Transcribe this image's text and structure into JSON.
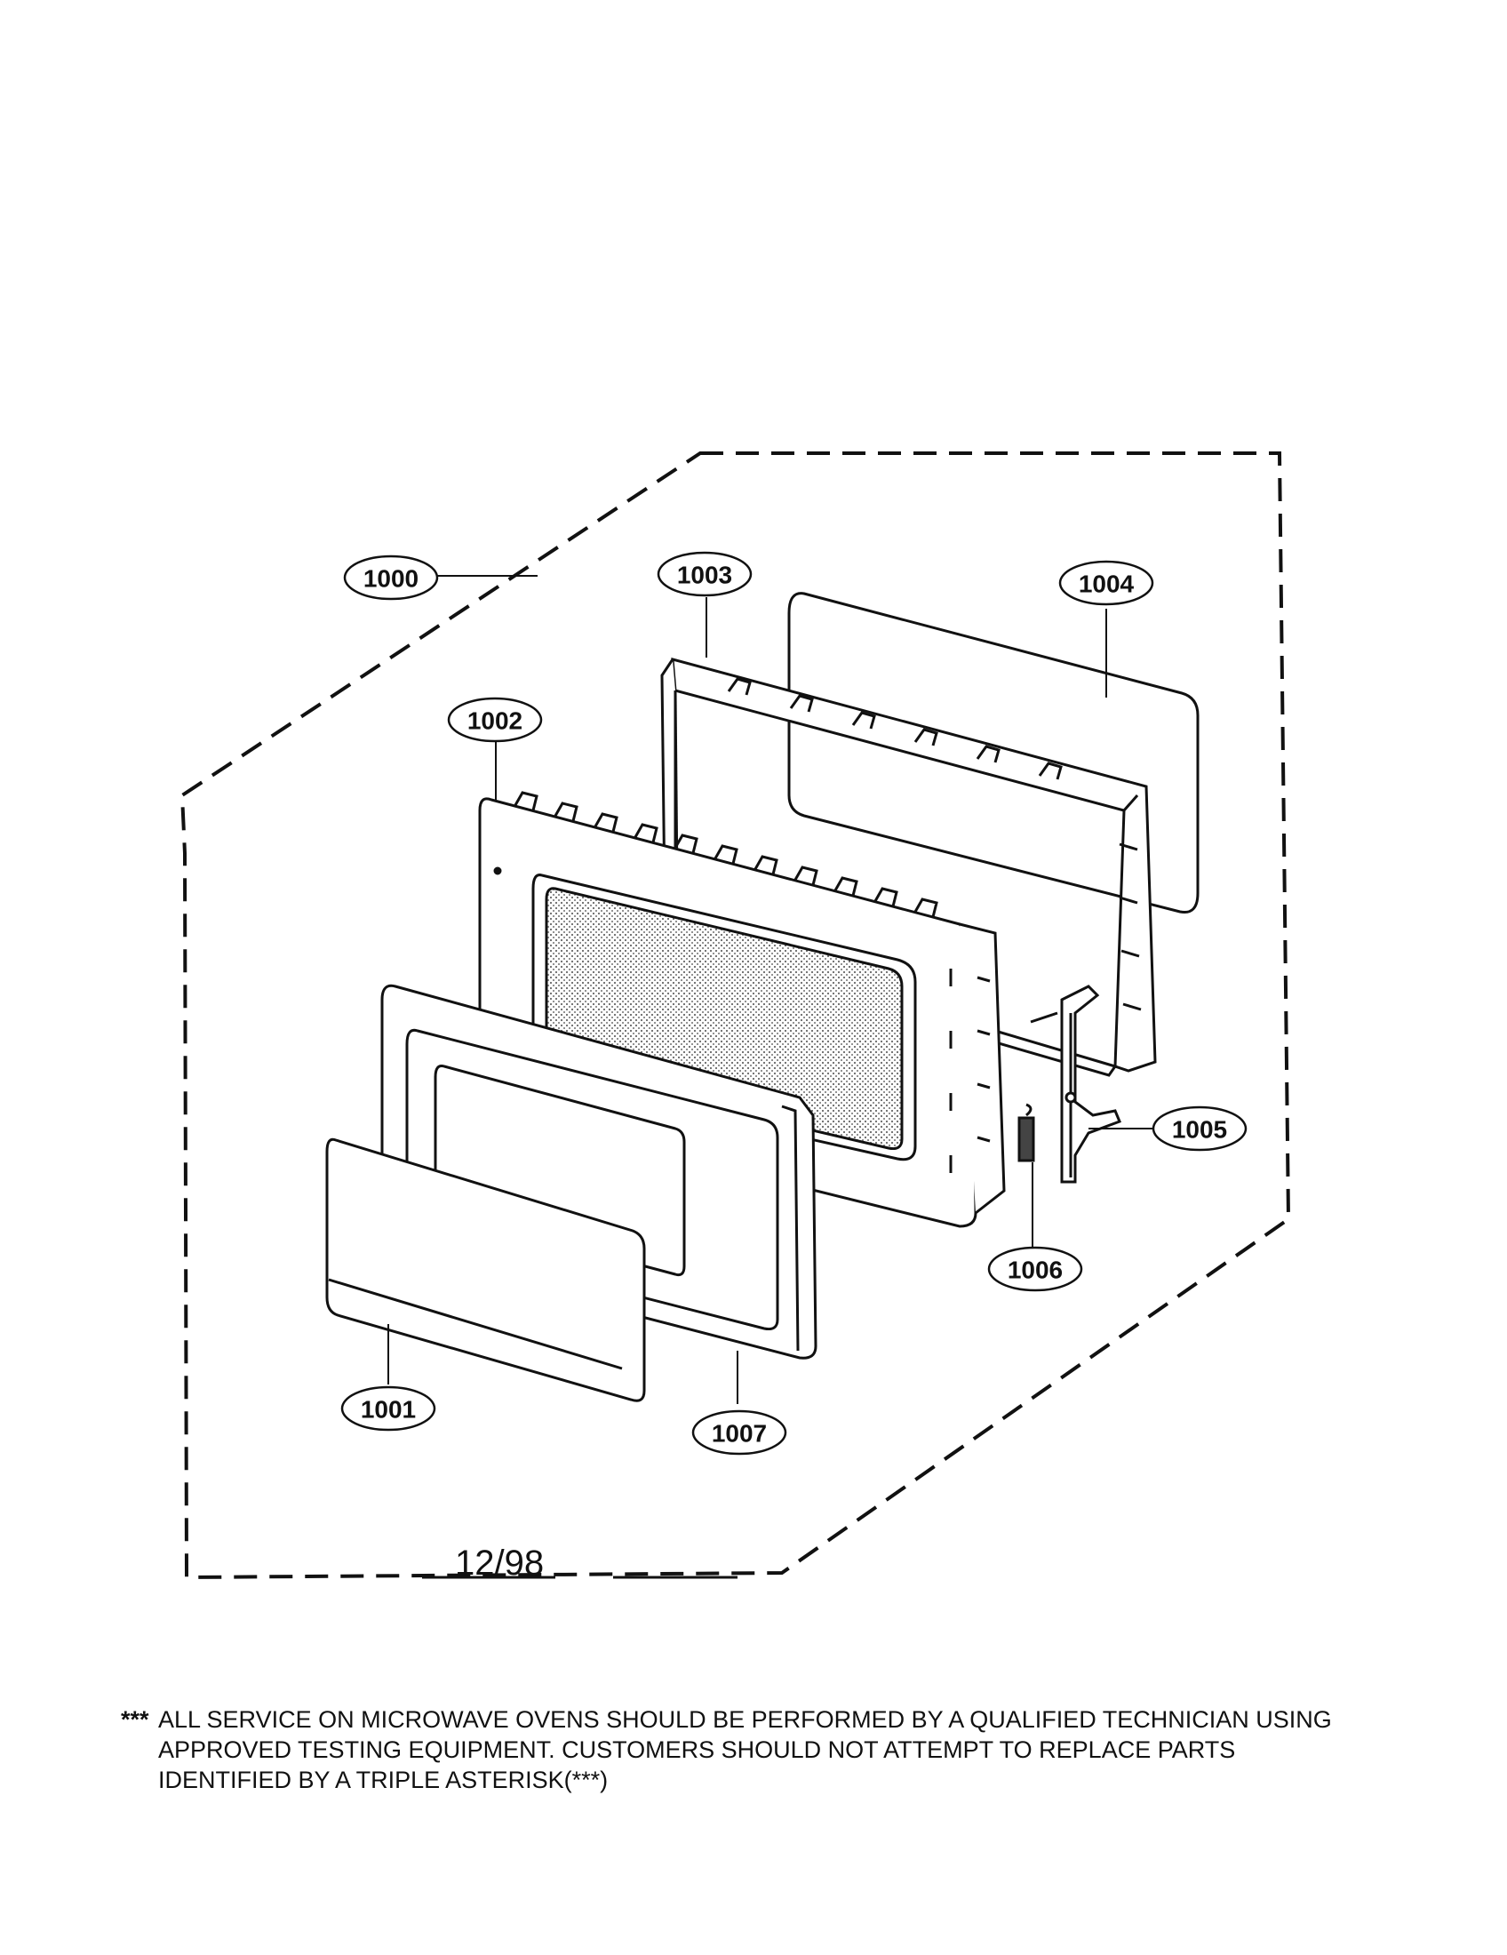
{
  "callouts": {
    "p1000": "1000",
    "p1001": "1001",
    "p1002": "1002",
    "p1003": "1003",
    "p1004": "1004",
    "p1005": "1005",
    "p1006": "1006",
    "p1007": "1007"
  },
  "date": "12/98",
  "note": {
    "marker": "***",
    "line1": "ALL SERVICE ON MICROWAVE OVENS SHOULD BE PERFORMED BY A QUALIFIED TECHNICIAN USING",
    "line2": "APPROVED TESTING EQUIPMENT. CUSTOMERS SHOULD NOT ATTEMPT TO REPLACE PARTS",
    "line3": "IDENTIFIED BY A TRIPLE ASTERISK(***)"
  }
}
